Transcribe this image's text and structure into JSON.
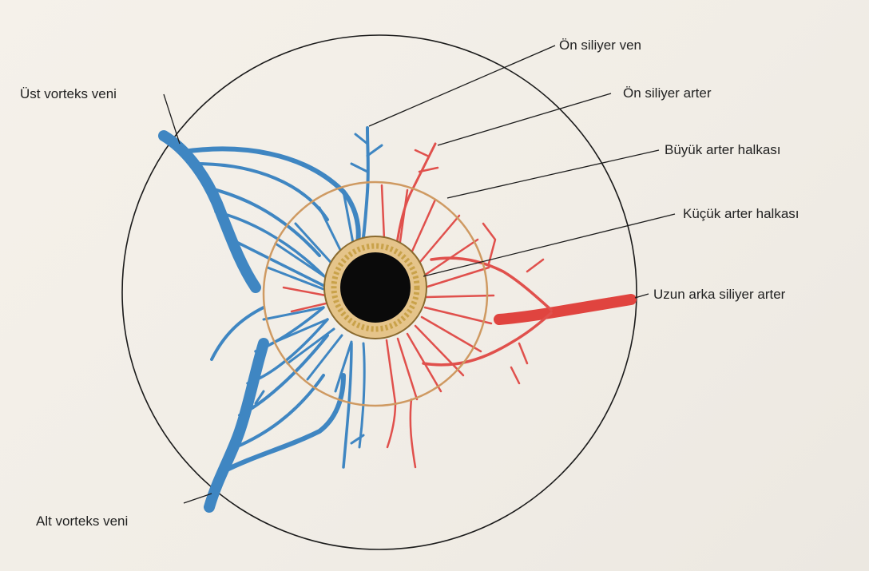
{
  "labels": {
    "on_siliyer_ven": "Ön siliyer ven",
    "ust_vorteks_veni": "Üst vorteks veni",
    "on_siliyer_arter": "Ön siliyer arter",
    "buyuk_arter_halkasi": "Büyük arter halkası",
    "kucuk_arter_halkasi": "Küçük arter halkası",
    "uzun_arka_siliyer_arter": "Uzun arka siliyer arter",
    "alt_vorteks_veni": "Alt vorteks veni"
  },
  "colors": {
    "vein": "#3f86c2",
    "artery": "#e0504c",
    "major_ring": "#cf9a62",
    "iris_ring": "#c9a24a",
    "pupil": "#0a0a0a",
    "outline": "#1a1a1a"
  }
}
